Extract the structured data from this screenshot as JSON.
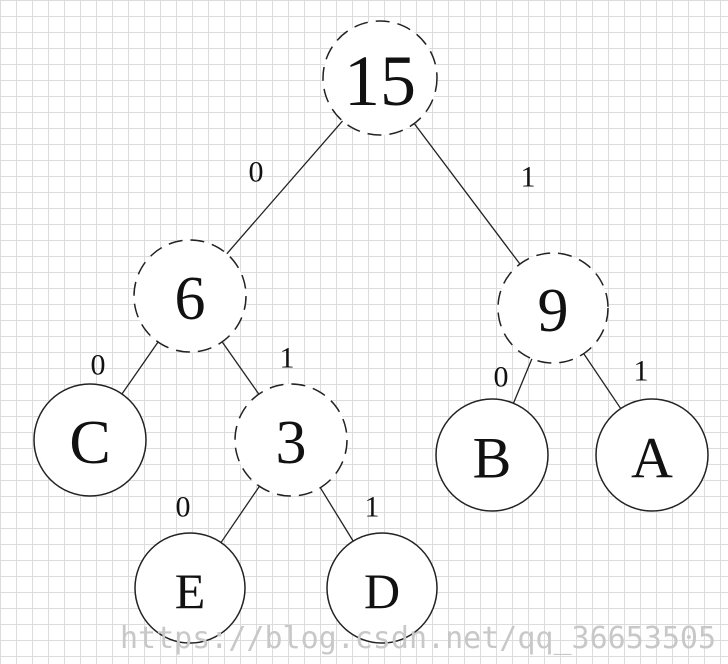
{
  "tree": {
    "nodes": [
      {
        "id": "n15",
        "label": "15",
        "dashed": true
      },
      {
        "id": "n6",
        "label": "6",
        "dashed": true
      },
      {
        "id": "n9",
        "label": "9",
        "dashed": true
      },
      {
        "id": "nC",
        "label": "C",
        "dashed": false
      },
      {
        "id": "n3",
        "label": "3",
        "dashed": true
      },
      {
        "id": "nB",
        "label": "B",
        "dashed": false
      },
      {
        "id": "nA",
        "label": "A",
        "dashed": false
      },
      {
        "id": "nE",
        "label": "E",
        "dashed": false
      },
      {
        "id": "nD",
        "label": "D",
        "dashed": false
      }
    ],
    "edges": [
      {
        "from": "n15",
        "to": "n6",
        "label": "0"
      },
      {
        "from": "n15",
        "to": "n9",
        "label": "1"
      },
      {
        "from": "n6",
        "to": "nC",
        "label": "0"
      },
      {
        "from": "n6",
        "to": "n3",
        "label": "1"
      },
      {
        "from": "n9",
        "to": "nB",
        "label": "0"
      },
      {
        "from": "n9",
        "to": "nA",
        "label": "1"
      },
      {
        "from": "n3",
        "to": "nE",
        "label": "0"
      },
      {
        "from": "n3",
        "to": "nD",
        "label": "1"
      }
    ]
  },
  "watermark": "https://blog.csdn.net/qq_36653505"
}
